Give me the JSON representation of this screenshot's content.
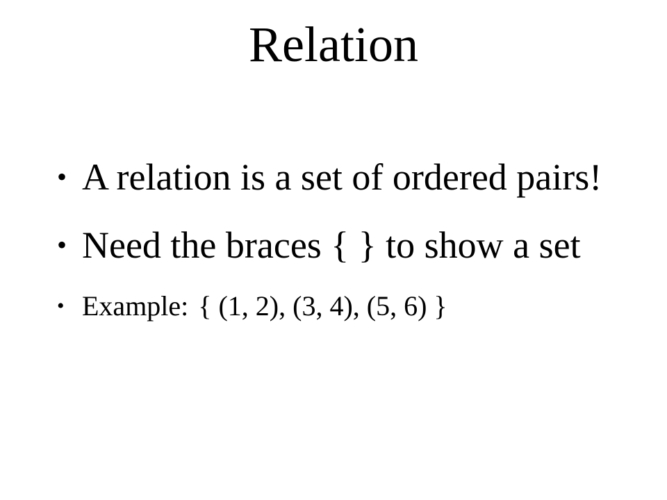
{
  "slide": {
    "title": "Relation",
    "bullets": [
      {
        "marker": "•",
        "text": "A relation is a set of ordered pairs!"
      },
      {
        "marker": "•",
        "text": "Need the braces { } to show a set"
      },
      {
        "marker": "•",
        "label": "Example:",
        "text": "{ (1, 2), (3, 4), (5, 6) }"
      }
    ]
  }
}
